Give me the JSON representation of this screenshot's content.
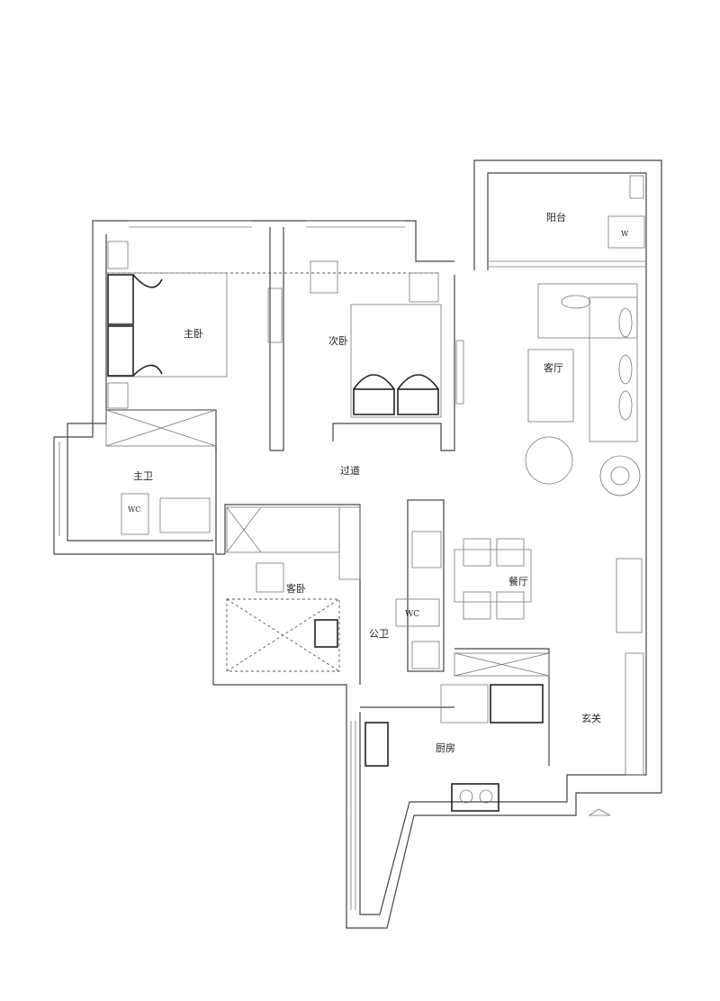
{
  "floorplan": {
    "rooms": {
      "balcony": "阳台",
      "master_bedroom": "主卧",
      "second_bedroom": "次卧",
      "living_room": "客厅",
      "corridor": "过道",
      "master_bath": "主卫",
      "guest_bedroom": "客卧",
      "dining_room": "餐厅",
      "public_bath": "公卫",
      "entrance": "玄关",
      "kitchen": "厨房"
    },
    "fixtures": {
      "toilet_label": "WC",
      "washer_label": "W"
    },
    "colors": {
      "wall": "#444444",
      "background": "#ffffff"
    }
  }
}
